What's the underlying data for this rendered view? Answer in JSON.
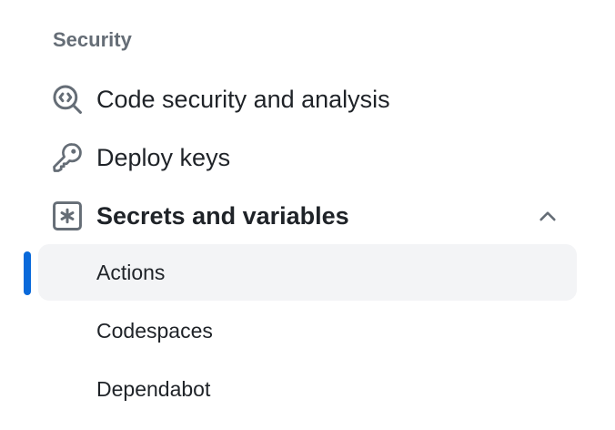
{
  "section": {
    "heading": "Security"
  },
  "nav": {
    "items": [
      {
        "label": "Code security and analysis",
        "icon": "codescan-icon"
      },
      {
        "label": "Deploy keys",
        "icon": "key-icon"
      },
      {
        "label": "Secrets and variables",
        "icon": "key-asterisk-icon",
        "expanded": true,
        "chevron": "chevron-up-icon"
      }
    ],
    "sub_items": [
      {
        "label": "Actions",
        "active": true
      },
      {
        "label": "Codespaces",
        "active": false
      },
      {
        "label": "Dependabot",
        "active": false
      }
    ]
  },
  "colors": {
    "accent": "#0969da",
    "heading": "#656d76",
    "text": "#1f2328",
    "icon": "#656d76",
    "active_bg": "#f3f4f6"
  }
}
